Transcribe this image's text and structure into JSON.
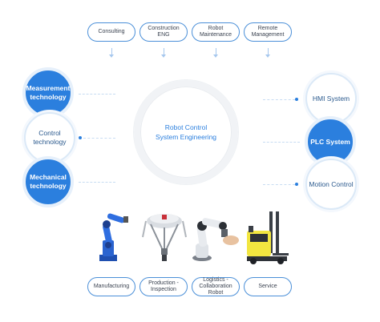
{
  "center": {
    "title": "Robot Control\nSystem Engineering"
  },
  "top_items": [
    {
      "label": "Consulting"
    },
    {
      "label": "Construction ENG"
    },
    {
      "label": "Robot\nMaintenance"
    },
    {
      "label": "Remote\nManagement"
    }
  ],
  "left_nodes": [
    {
      "label": "Measurement\ntechnology",
      "style": "filled"
    },
    {
      "label": "Control\ntechnology",
      "style": "outline"
    },
    {
      "label": "Mechanical\ntechnology",
      "style": "filled"
    }
  ],
  "right_nodes": [
    {
      "label": "HMI System",
      "style": "outline"
    },
    {
      "label": "PLC System",
      "style": "filled"
    },
    {
      "label": "Motion Control",
      "style": "outline"
    }
  ],
  "bottom_items": [
    {
      "label": "Manufacturing",
      "image": "industrial-arm-robot"
    },
    {
      "label": "Production -\nInspection",
      "image": "delta-robot"
    },
    {
      "label": "Logistics -\nCollaboration\nRobot",
      "image": "collaborative-robot"
    },
    {
      "label": "Service",
      "image": "forklift-robot"
    }
  ],
  "colors": {
    "accent": "#2b7fde",
    "outline": "#4a8fd8",
    "ring": "#f1f3f6"
  }
}
